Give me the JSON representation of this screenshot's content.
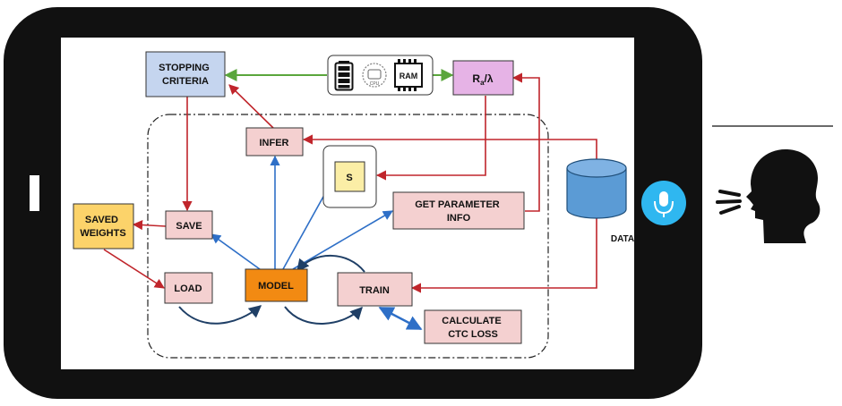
{
  "nodes": {
    "stopping_criteria": [
      "STOPPING",
      "CRITERIA"
    ],
    "ram_label": "RAM",
    "cpu_label": "CPU",
    "ra_lambda": {
      "base": "R",
      "sub": "a",
      "tail": "/λ"
    },
    "infer": "INFER",
    "s": "S",
    "get_parameter_info": [
      "GET PARAMETER",
      "INFO"
    ],
    "data": "DATA",
    "saved_weights": [
      "SAVED",
      "WEIGHTS"
    ],
    "save": "SAVE",
    "load": "LOAD",
    "model": "MODEL",
    "train": "TRAIN",
    "calculate_ctc_loss": [
      "CALCULATE",
      "CTC LOSS"
    ]
  },
  "colors": {
    "device_frame": "#111111",
    "screen": "#ffffff",
    "stopping_fill": "#c5d5ef",
    "pink_fill": "#f4d0d0",
    "ra_fill": "#e6b3e6",
    "model_fill": "#f28a12",
    "saved_fill": "#fcd36a",
    "s_fill": "#fbeea6",
    "data_fill": "#5b9bd5",
    "mic_fill": "#2fb7f0",
    "red_arrow": "#c0252b",
    "blue_arrow": "#2e6fc7",
    "green_arrow": "#5aa63c"
  },
  "icons": [
    "battery-icon",
    "cpu-icon",
    "ram-chip-icon",
    "microphone-icon",
    "speaking-person-icon"
  ]
}
